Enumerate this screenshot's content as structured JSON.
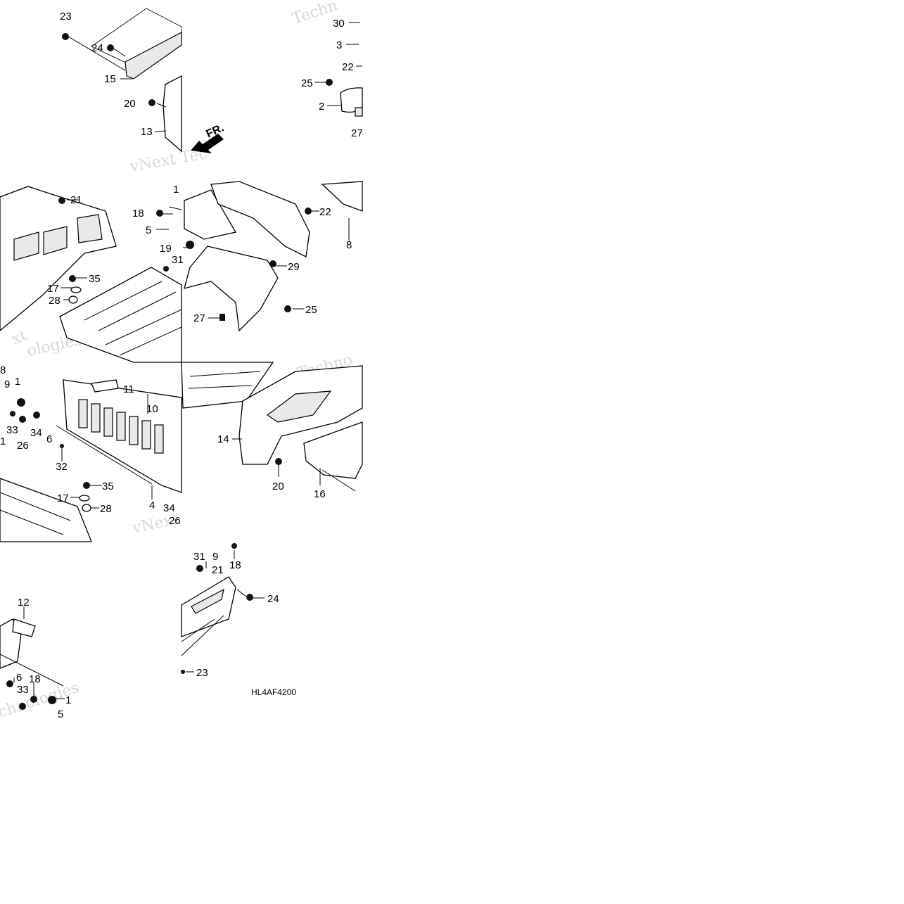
{
  "diagram": {
    "drawing_code": "HL4AF4200",
    "direction_label": "FR.",
    "watermarks": [
      "Techn",
      "vNext Tec",
      "vNext",
      "ologies",
      "Techno",
      "vNext",
      "ies",
      "xt",
      "chnologies"
    ],
    "callouts": {
      "c23": "23",
      "c24": "24",
      "c15": "15",
      "c20": "20",
      "c13": "13",
      "c30": "30",
      "c3": "3",
      "c22": "22",
      "c25": "25",
      "c2": "2",
      "c27": "27",
      "c21": "21",
      "c35": "35",
      "c17": "17",
      "c28": "28",
      "c1a": "1",
      "c18": "18",
      "c5": "5",
      "c19": "19",
      "c31": "31",
      "c22b": "22",
      "c8": "8",
      "c29": "29",
      "c25b": "25",
      "c27b": "27",
      "c8b": "8",
      "c9": "9",
      "c1": "1",
      "c11": "11",
      "c10": "10",
      "c33": "33",
      "c26": "26",
      "c34": "34",
      "c6": "6",
      "c1c": "1",
      "c32": "32",
      "c35b": "35",
      "c17b": "17",
      "c28b": "28",
      "c4": "4",
      "c34b": "34",
      "c26b": "26",
      "c14": "14",
      "c20b": "20",
      "c16": "16",
      "c12": "12",
      "c6b": "6",
      "c18b": "18",
      "c33b": "33",
      "c1d": "1",
      "c5b": "5",
      "c31b": "31",
      "c9b": "9",
      "c18c": "18",
      "c21b": "21",
      "c24b": "24",
      "c23b": "23"
    }
  }
}
